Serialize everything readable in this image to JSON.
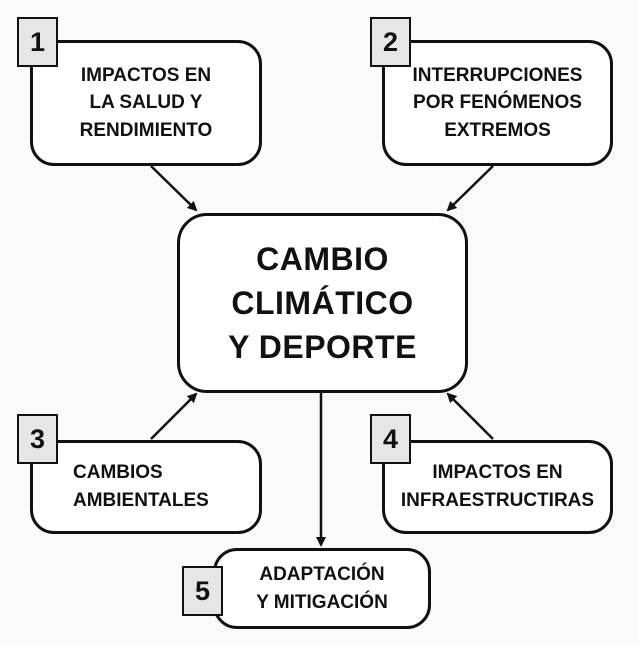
{
  "diagram": {
    "title": "CAMBIO CLIMÁTICO Y DEPORTE",
    "center": {
      "label": "CAMBIO\nCLIMÁTICO\nY DEPORTE"
    },
    "nodes": [
      {
        "number": "1",
        "label": "IMPACTOS EN\nLA SALUD Y\nRENDIMIENTO",
        "direction": "into-center"
      },
      {
        "number": "2",
        "label": "INTERRUPCIONES\nPOR FENÓMENOS\nEXTREMOS",
        "direction": "into-center"
      },
      {
        "number": "3",
        "label": "CAMBIOS\nAMBIENTALES",
        "direction": "into-center"
      },
      {
        "number": "4",
        "label": "IMPACTOS EN\nINFRAESTRUCTIRAS",
        "direction": "into-center"
      },
      {
        "number": "5",
        "label": "ADAPTACIÓN\nY MITIGACIÓN",
        "direction": "out-of-center"
      }
    ],
    "colors": {
      "background": "#fafaf9",
      "box_fill": "#ffffff",
      "stroke": "#111111",
      "badge_fill": "#e6e6e6"
    }
  }
}
